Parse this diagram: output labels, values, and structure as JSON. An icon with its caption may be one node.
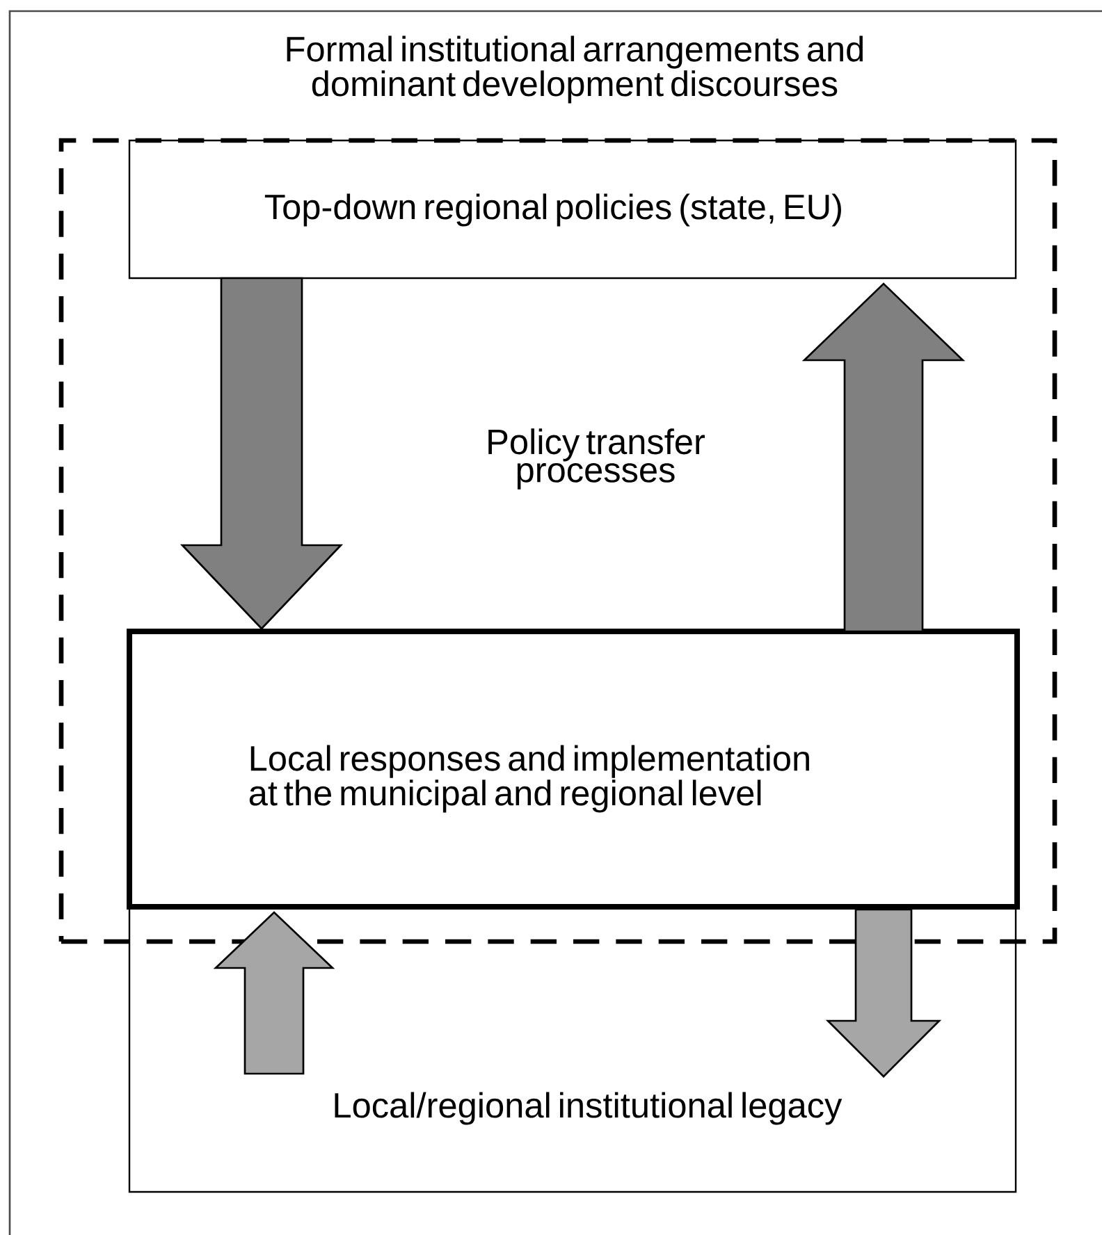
{
  "diagram": {
    "nodes": [
      {
        "text": [
          "Formal institutional arrangements and dominant development discourses"
        ]
      },
      {
        "text": [
          "Policy transfer processes"
        ],
        "in": 0
      },
      {
        "text": [
          "Top-down regional policies (state, EU)"
        ],
        "in": 1
      },
      {
        "text": [
          "Local responses and implementation at the municipal and regional level"
        ],
        "in": 1
      },
      {
        "text": [
          "Local/regional institutional legacy"
        ],
        "in": 0
      }
    ],
    "edges": [
      {
        "from": 2,
        "to": 3,
        "arrow": "to",
        "style": "thick",
        "color": "#808080"
      },
      {
        "from": 3,
        "to": 2,
        "arrow": "to",
        "style": "thick",
        "color": "#808080"
      },
      {
        "from": 4,
        "to": 3,
        "arrow": "to",
        "style": "thick",
        "color": "#a6a6a6"
      },
      {
        "from": 3,
        "to": 4,
        "arrow": "to",
        "style": "thick",
        "color": "#a6a6a6"
      }
    ]
  }
}
